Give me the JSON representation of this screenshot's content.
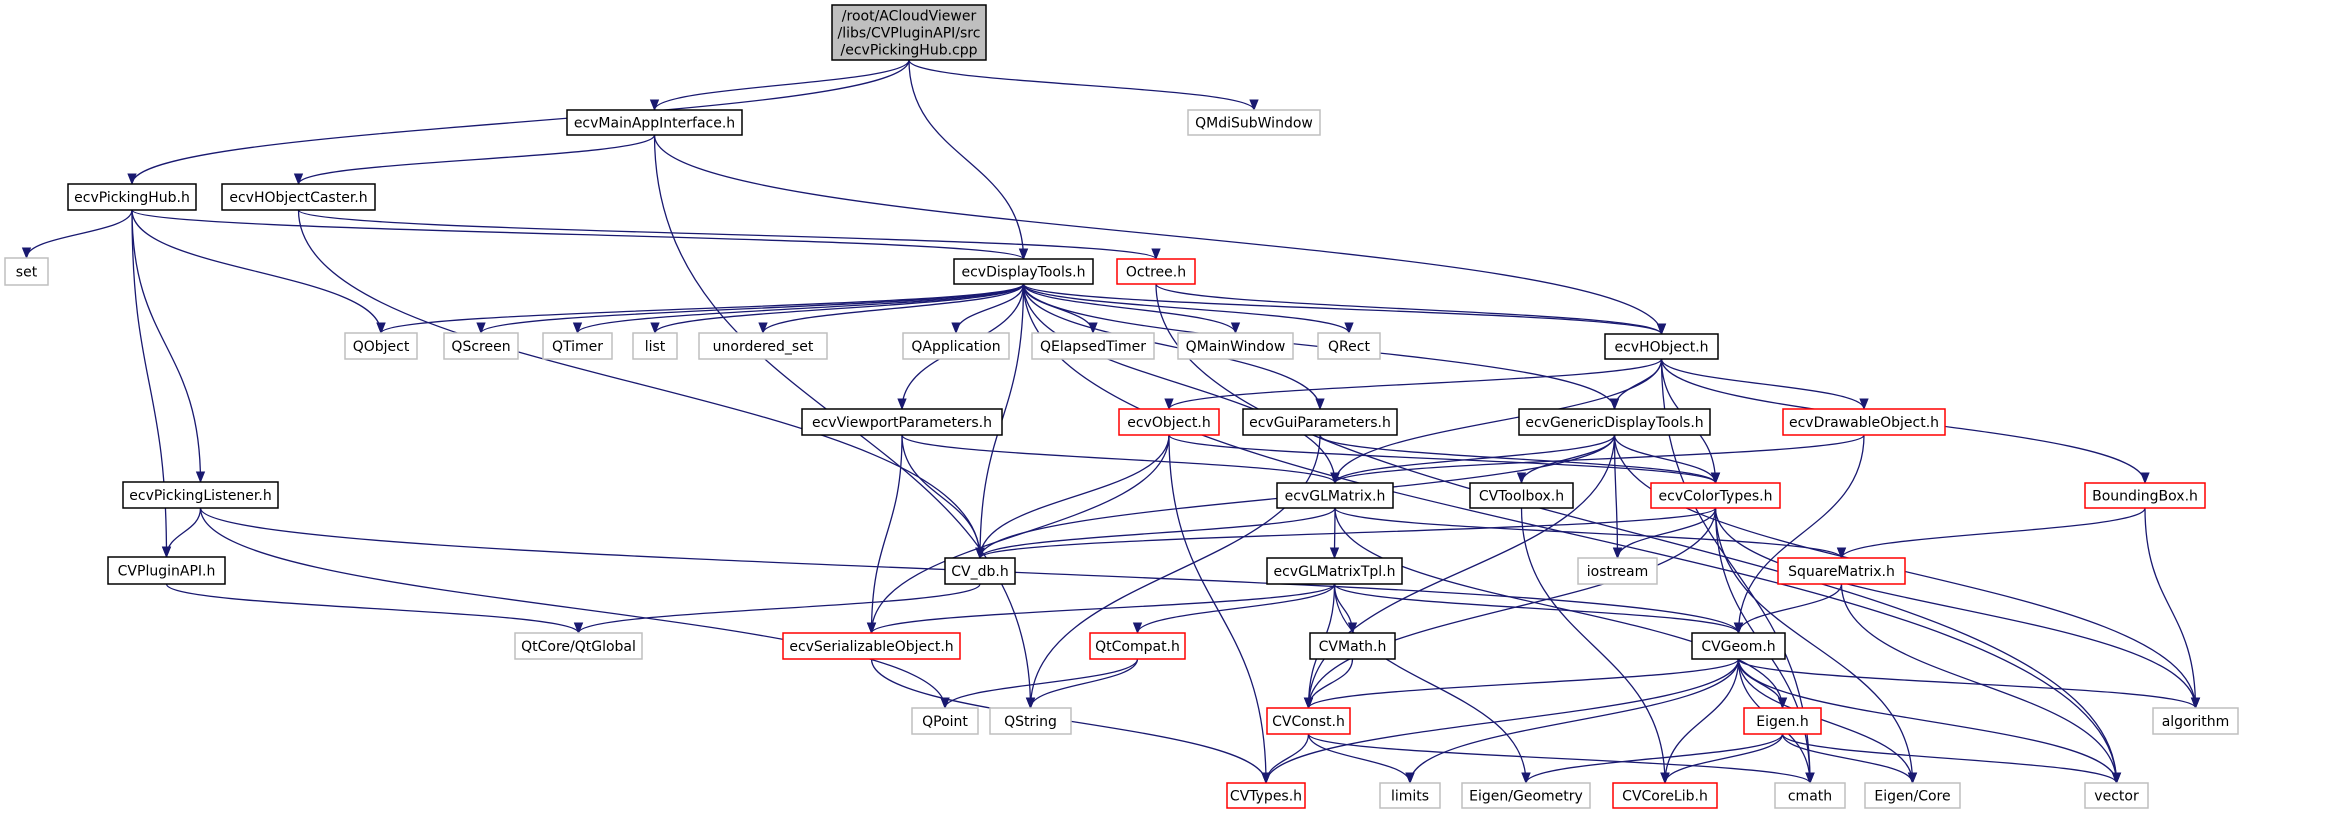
{
  "title": "Include dependency graph for ecvPickingHub.cpp",
  "colors": {
    "edge": "#191970",
    "root_fill": "#bfbfbf",
    "documented_border": "#000000",
    "truncated_border": "#ff0000",
    "external_border": "#bfbfbf"
  },
  "nodes": [
    {
      "id": "root",
      "label": [
        "/root/ACloudViewer",
        "/libs/CVPluginAPI/src",
        "/ecvPickingHub.cpp"
      ],
      "kind": "root"
    },
    {
      "id": "ecvMainAppInterface",
      "label": [
        "ecvMainAppInterface.h"
      ],
      "kind": "doc"
    },
    {
      "id": "QMdiSubWindow",
      "label": [
        "QMdiSubWindow"
      ],
      "kind": "ext"
    },
    {
      "id": "ecvPickingHub",
      "label": [
        "ecvPickingHub.h"
      ],
      "kind": "doc"
    },
    {
      "id": "ecvHObjectCaster",
      "label": [
        "ecvHObjectCaster.h"
      ],
      "kind": "doc"
    },
    {
      "id": "set",
      "label": [
        "set"
      ],
      "kind": "ext"
    },
    {
      "id": "ecvDisplayTools",
      "label": [
        "ecvDisplayTools.h"
      ],
      "kind": "doc"
    },
    {
      "id": "Octree",
      "label": [
        "Octree.h"
      ],
      "kind": "trunc"
    },
    {
      "id": "ecvHObject",
      "label": [
        "ecvHObject.h"
      ],
      "kind": "doc"
    },
    {
      "id": "QObject",
      "label": [
        "QObject"
      ],
      "kind": "ext"
    },
    {
      "id": "QScreen",
      "label": [
        "QScreen"
      ],
      "kind": "ext"
    },
    {
      "id": "QTimer",
      "label": [
        "QTimer"
      ],
      "kind": "ext"
    },
    {
      "id": "list",
      "label": [
        "list"
      ],
      "kind": "ext"
    },
    {
      "id": "unordered_set",
      "label": [
        "unordered_set"
      ],
      "kind": "ext"
    },
    {
      "id": "QApplication",
      "label": [
        "QApplication"
      ],
      "kind": "ext"
    },
    {
      "id": "QElapsedTimer",
      "label": [
        "QElapsedTimer"
      ],
      "kind": "ext"
    },
    {
      "id": "QMainWindow",
      "label": [
        "QMainWindow"
      ],
      "kind": "ext"
    },
    {
      "id": "QRect",
      "label": [
        "QRect"
      ],
      "kind": "ext"
    },
    {
      "id": "ecvViewportParameters",
      "label": [
        "ecvViewportParameters.h"
      ],
      "kind": "doc"
    },
    {
      "id": "ecvObject",
      "label": [
        "ecvObject.h"
      ],
      "kind": "trunc"
    },
    {
      "id": "ecvGuiParameters",
      "label": [
        "ecvGuiParameters.h"
      ],
      "kind": "doc"
    },
    {
      "id": "ecvGenericDisplayTools",
      "label": [
        "ecvGenericDisplayTools.h"
      ],
      "kind": "doc"
    },
    {
      "id": "ecvDrawableObject",
      "label": [
        "ecvDrawableObject.h"
      ],
      "kind": "trunc"
    },
    {
      "id": "ecvPickingListener",
      "label": [
        "ecvPickingListener.h"
      ],
      "kind": "doc"
    },
    {
      "id": "ecvGLMatrix",
      "label": [
        "ecvGLMatrix.h"
      ],
      "kind": "doc"
    },
    {
      "id": "CVToolbox",
      "label": [
        "CVToolbox.h"
      ],
      "kind": "doc"
    },
    {
      "id": "ecvColorTypes",
      "label": [
        "ecvColorTypes.h"
      ],
      "kind": "trunc"
    },
    {
      "id": "BoundingBox",
      "label": [
        "BoundingBox.h"
      ],
      "kind": "trunc"
    },
    {
      "id": "CVPluginAPI",
      "label": [
        "CVPluginAPI.h"
      ],
      "kind": "doc"
    },
    {
      "id": "CV_db",
      "label": [
        "CV_db.h"
      ],
      "kind": "doc"
    },
    {
      "id": "iostream",
      "label": [
        "iostream"
      ],
      "kind": "ext"
    },
    {
      "id": "SquareMatrix",
      "label": [
        "SquareMatrix.h"
      ],
      "kind": "trunc"
    },
    {
      "id": "ecvGLMatrixTpl",
      "label": [
        "ecvGLMatrixTpl.h"
      ],
      "kind": "doc"
    },
    {
      "id": "QtGlobal",
      "label": [
        "QtCore/QtGlobal"
      ],
      "kind": "ext"
    },
    {
      "id": "ecvSerializableObject",
      "label": [
        "ecvSerializableObject.h"
      ],
      "kind": "trunc"
    },
    {
      "id": "QtCompat",
      "label": [
        "QtCompat.h"
      ],
      "kind": "trunc"
    },
    {
      "id": "CVMath",
      "label": [
        "CVMath.h"
      ],
      "kind": "doc"
    },
    {
      "id": "CVGeom",
      "label": [
        "CVGeom.h"
      ],
      "kind": "doc"
    },
    {
      "id": "QPoint",
      "label": [
        "QPoint"
      ],
      "kind": "ext"
    },
    {
      "id": "QString",
      "label": [
        "QString"
      ],
      "kind": "ext"
    },
    {
      "id": "CVConst",
      "label": [
        "CVConst.h"
      ],
      "kind": "trunc"
    },
    {
      "id": "Eigen",
      "label": [
        "Eigen.h"
      ],
      "kind": "trunc"
    },
    {
      "id": "algorithm",
      "label": [
        "algorithm"
      ],
      "kind": "ext"
    },
    {
      "id": "CVTypes",
      "label": [
        "CVTypes.h"
      ],
      "kind": "trunc"
    },
    {
      "id": "limits",
      "label": [
        "limits"
      ],
      "kind": "ext"
    },
    {
      "id": "EigenGeometry",
      "label": [
        "Eigen/Geometry"
      ],
      "kind": "ext"
    },
    {
      "id": "CVCoreLib",
      "label": [
        "CVCoreLib.h"
      ],
      "kind": "trunc"
    },
    {
      "id": "cmath",
      "label": [
        "cmath"
      ],
      "kind": "ext"
    },
    {
      "id": "EigenCore",
      "label": [
        "Eigen/Core"
      ],
      "kind": "ext"
    },
    {
      "id": "vector",
      "label": [
        "vector"
      ],
      "kind": "ext"
    }
  ],
  "edges": [
    [
      "root",
      "ecvPickingHub"
    ],
    [
      "root",
      "ecvMainAppInterface"
    ],
    [
      "root",
      "ecvDisplayTools"
    ],
    [
      "root",
      "QMdiSubWindow"
    ],
    [
      "ecvMainAppInterface",
      "ecvHObjectCaster"
    ],
    [
      "ecvMainAppInterface",
      "ecvHObject"
    ],
    [
      "ecvMainAppInterface",
      "QString"
    ],
    [
      "ecvPickingHub",
      "set"
    ],
    [
      "ecvPickingHub",
      "QObject"
    ],
    [
      "ecvPickingHub",
      "ecvPickingListener"
    ],
    [
      "ecvPickingHub",
      "CVPluginAPI"
    ],
    [
      "ecvPickingHub",
      "ecvDisplayTools"
    ],
    [
      "ecvHObjectCaster",
      "Octree"
    ],
    [
      "ecvHObjectCaster",
      "CV_db"
    ],
    [
      "ecvDisplayTools",
      "QObject"
    ],
    [
      "ecvDisplayTools",
      "QScreen"
    ],
    [
      "ecvDisplayTools",
      "QTimer"
    ],
    [
      "ecvDisplayTools",
      "list"
    ],
    [
      "ecvDisplayTools",
      "unordered_set"
    ],
    [
      "ecvDisplayTools",
      "QApplication"
    ],
    [
      "ecvDisplayTools",
      "QElapsedTimer"
    ],
    [
      "ecvDisplayTools",
      "QMainWindow"
    ],
    [
      "ecvDisplayTools",
      "QRect"
    ],
    [
      "ecvDisplayTools",
      "ecvHObject"
    ],
    [
      "ecvDisplayTools",
      "ecvViewportParameters"
    ],
    [
      "ecvDisplayTools",
      "ecvGuiParameters"
    ],
    [
      "ecvDisplayTools",
      "ecvGenericDisplayTools"
    ],
    [
      "ecvDisplayTools",
      "ecvGLMatrix"
    ],
    [
      "ecvDisplayTools",
      "CV_db"
    ],
    [
      "ecvDisplayTools",
      "vector"
    ],
    [
      "Octree",
      "ecvHObject"
    ],
    [
      "Octree",
      "vector"
    ],
    [
      "ecvHObject",
      "ecvObject"
    ],
    [
      "ecvHObject",
      "ecvGenericDisplayTools"
    ],
    [
      "ecvHObject",
      "ecvDrawableObject"
    ],
    [
      "ecvHObject",
      "BoundingBox"
    ],
    [
      "ecvHObject",
      "ecvColorTypes"
    ],
    [
      "ecvHObject",
      "ecvGLMatrix"
    ],
    [
      "ecvHObject",
      "cmath"
    ],
    [
      "ecvViewportParameters",
      "ecvGLMatrix"
    ],
    [
      "ecvViewportParameters",
      "CV_db"
    ],
    [
      "ecvViewportParameters",
      "ecvSerializableObject"
    ],
    [
      "ecvObject",
      "CV_db"
    ],
    [
      "ecvObject",
      "ecvSerializableObject"
    ],
    [
      "ecvObject",
      "CVTypes"
    ],
    [
      "ecvObject",
      "ecvColorTypes"
    ],
    [
      "ecvGuiParameters",
      "ecvColorTypes"
    ],
    [
      "ecvGuiParameters",
      "QString"
    ],
    [
      "ecvGenericDisplayTools",
      "CV_db"
    ],
    [
      "ecvGenericDisplayTools",
      "ecvGLMatrix"
    ],
    [
      "ecvGenericDisplayTools",
      "CVToolbox"
    ],
    [
      "ecvGenericDisplayTools",
      "ecvColorTypes"
    ],
    [
      "ecvGenericDisplayTools",
      "iostream"
    ],
    [
      "ecvGenericDisplayTools",
      "CVConst"
    ],
    [
      "ecvGenericDisplayTools",
      "algorithm"
    ],
    [
      "ecvDrawableObject",
      "ecvGLMatrix"
    ],
    [
      "ecvDrawableObject",
      "CVGeom"
    ],
    [
      "ecvPickingListener",
      "CVPluginAPI"
    ],
    [
      "ecvPickingListener",
      "CVGeom"
    ],
    [
      "ecvPickingListener",
      "QPoint"
    ],
    [
      "ecvGLMatrix",
      "CV_db"
    ],
    [
      "ecvGLMatrix",
      "ecvGLMatrixTpl"
    ],
    [
      "ecvGLMatrix",
      "SquareMatrix"
    ],
    [
      "ecvGLMatrix",
      "Eigen"
    ],
    [
      "CVToolbox",
      "CVCoreLib"
    ],
    [
      "ecvColorTypes",
      "CV_db"
    ],
    [
      "ecvColorTypes",
      "iostream"
    ],
    [
      "ecvColorTypes",
      "CVConst"
    ],
    [
      "ecvColorTypes",
      "algorithm"
    ],
    [
      "ecvColorTypes",
      "cmath"
    ],
    [
      "ecvColorTypes",
      "EigenCore"
    ],
    [
      "BoundingBox",
      "SquareMatrix"
    ],
    [
      "BoundingBox",
      "algorithm"
    ],
    [
      "CVPluginAPI",
      "QtGlobal"
    ],
    [
      "CV_db",
      "QtGlobal"
    ],
    [
      "SquareMatrix",
      "CVGeom"
    ],
    [
      "SquareMatrix",
      "vector"
    ],
    [
      "ecvGLMatrixTpl",
      "ecvSerializableObject"
    ],
    [
      "ecvGLMatrixTpl",
      "QtCompat"
    ],
    [
      "ecvGLMatrixTpl",
      "CVMath"
    ],
    [
      "ecvGLMatrixTpl",
      "CVConst"
    ],
    [
      "ecvGLMatrixTpl",
      "CVGeom"
    ],
    [
      "ecvGLMatrixTpl",
      "EigenGeometry"
    ],
    [
      "ecvSerializableObject",
      "CVTypes"
    ],
    [
      "QtCompat",
      "QPoint"
    ],
    [
      "QtCompat",
      "QString"
    ],
    [
      "CVMath",
      "CVConst"
    ],
    [
      "CVGeom",
      "CVConst"
    ],
    [
      "CVGeom",
      "CVTypes"
    ],
    [
      "CVGeom",
      "limits"
    ],
    [
      "CVGeom",
      "Eigen"
    ],
    [
      "CVGeom",
      "CVCoreLib"
    ],
    [
      "CVGeom",
      "cmath"
    ],
    [
      "CVGeom",
      "EigenCore"
    ],
    [
      "CVGeom",
      "algorithm"
    ],
    [
      "CVGeom",
      "vector"
    ],
    [
      "CVConst",
      "CVTypes"
    ],
    [
      "CVConst",
      "limits"
    ],
    [
      "CVConst",
      "cmath"
    ],
    [
      "Eigen",
      "EigenGeometry"
    ],
    [
      "Eigen",
      "CVCoreLib"
    ],
    [
      "Eigen",
      "EigenCore"
    ],
    [
      "Eigen",
      "vector"
    ]
  ]
}
